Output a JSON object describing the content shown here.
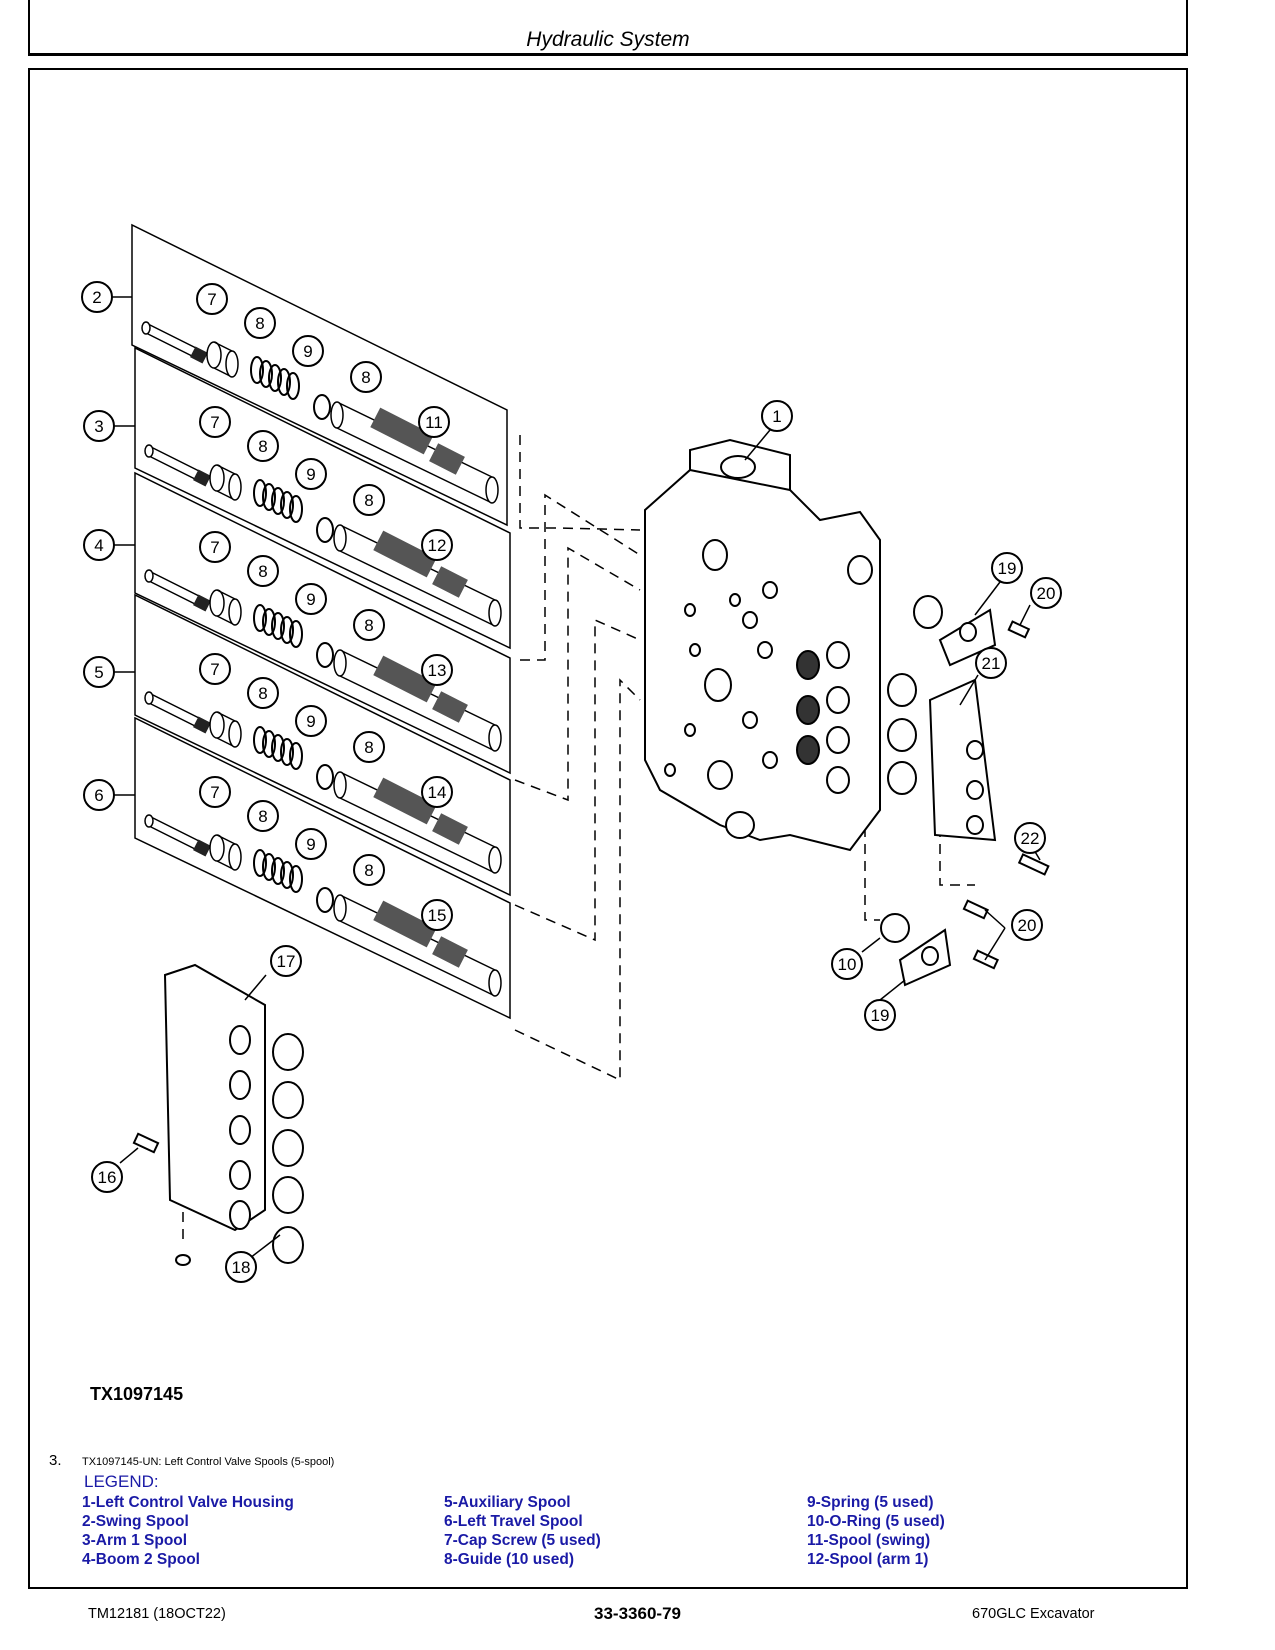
{
  "header": {
    "title": "Hydraulic System"
  },
  "figure": {
    "id_label": "TX1097145",
    "callouts": [
      "1",
      "2",
      "3",
      "4",
      "5",
      "6",
      "7",
      "8",
      "9",
      "10",
      "11",
      "12",
      "13",
      "14",
      "15",
      "16",
      "17",
      "18",
      "19",
      "20",
      "21",
      "22"
    ]
  },
  "caption": {
    "number": "3.",
    "text": "TX1097145-UN: Left Control Valve Spools (5-spool)"
  },
  "legend": {
    "title": "LEGEND:",
    "col1": [
      "1-Left Control Valve Housing",
      "2-Swing Spool",
      "3-Arm 1 Spool",
      "4-Boom 2 Spool"
    ],
    "col2": [
      "5-Auxiliary Spool",
      "6-Left Travel Spool",
      "7-Cap Screw (5 used)",
      "8-Guide (10 used)"
    ],
    "col3": [
      "9-Spring (5 used)",
      "10-O-Ring (5 used)",
      "11-Spool (swing)",
      "12-Spool (arm 1)"
    ]
  },
  "footer": {
    "left": "TM12181 (18OCT22)",
    "center": "33-3360-79",
    "right": "670GLC Excavator"
  }
}
